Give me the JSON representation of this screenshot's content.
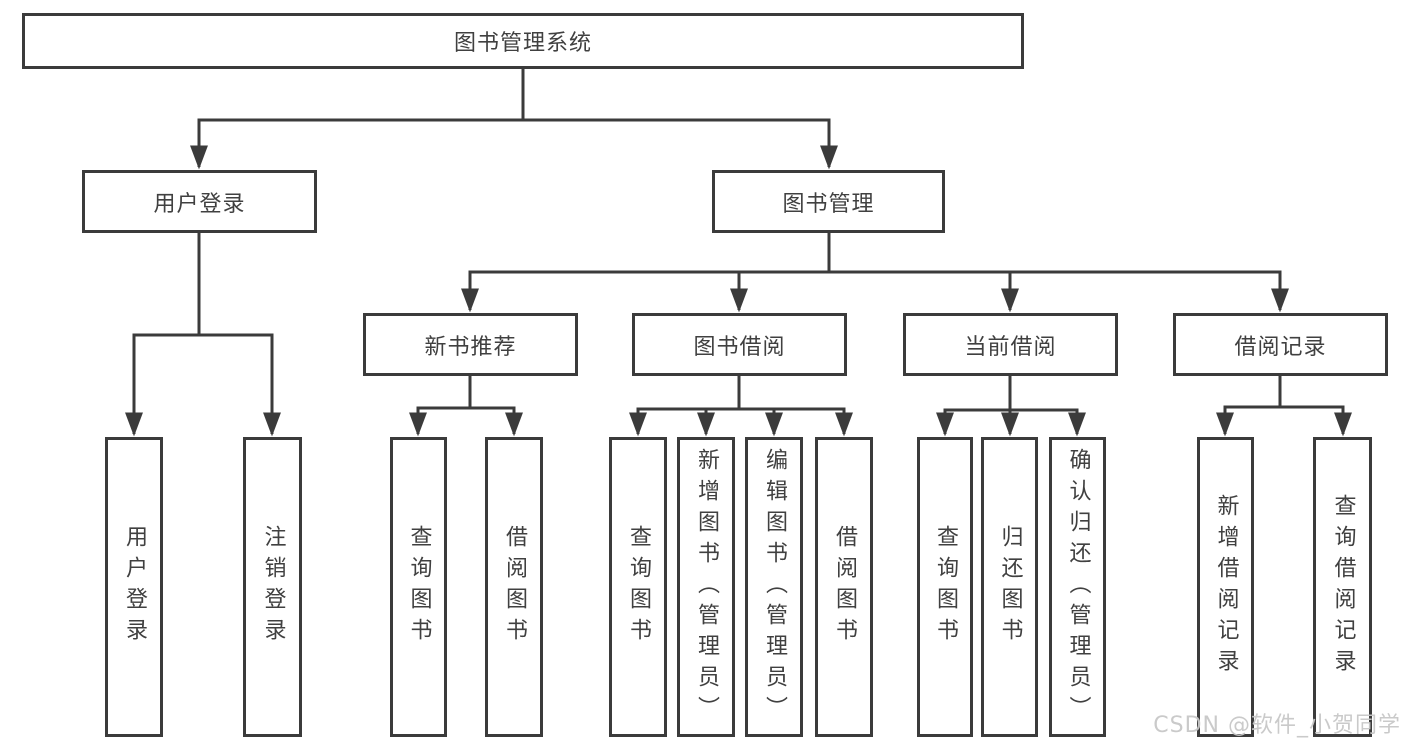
{
  "tree": {
    "root": "图书管理系统",
    "branches": [
      {
        "label": "用户登录",
        "children": [
          "用户登录",
          "注销登录"
        ]
      },
      {
        "label": "图书管理",
        "groups": [
          {
            "label": "新书推荐",
            "children": [
              "查询图书",
              "借阅图书"
            ]
          },
          {
            "label": "图书借阅",
            "children": [
              "查询图书",
              "新增图书（管理员）",
              "编辑图书（管理员）",
              "借阅图书"
            ]
          },
          {
            "label": "当前借阅",
            "children": [
              "查询图书",
              "归还图书",
              "确认归还（管理员）"
            ]
          },
          {
            "label": "借阅记录",
            "children": [
              "新增借阅记录",
              "查询借阅记录"
            ]
          }
        ]
      }
    ]
  },
  "watermark": "CSDN @软件_小贺同学",
  "colors": {
    "line": "#3b3b3b",
    "box_border": "#3b3b3b",
    "text": "#404040",
    "watermark": "#c8c8c8",
    "background": "#ffffff"
  }
}
